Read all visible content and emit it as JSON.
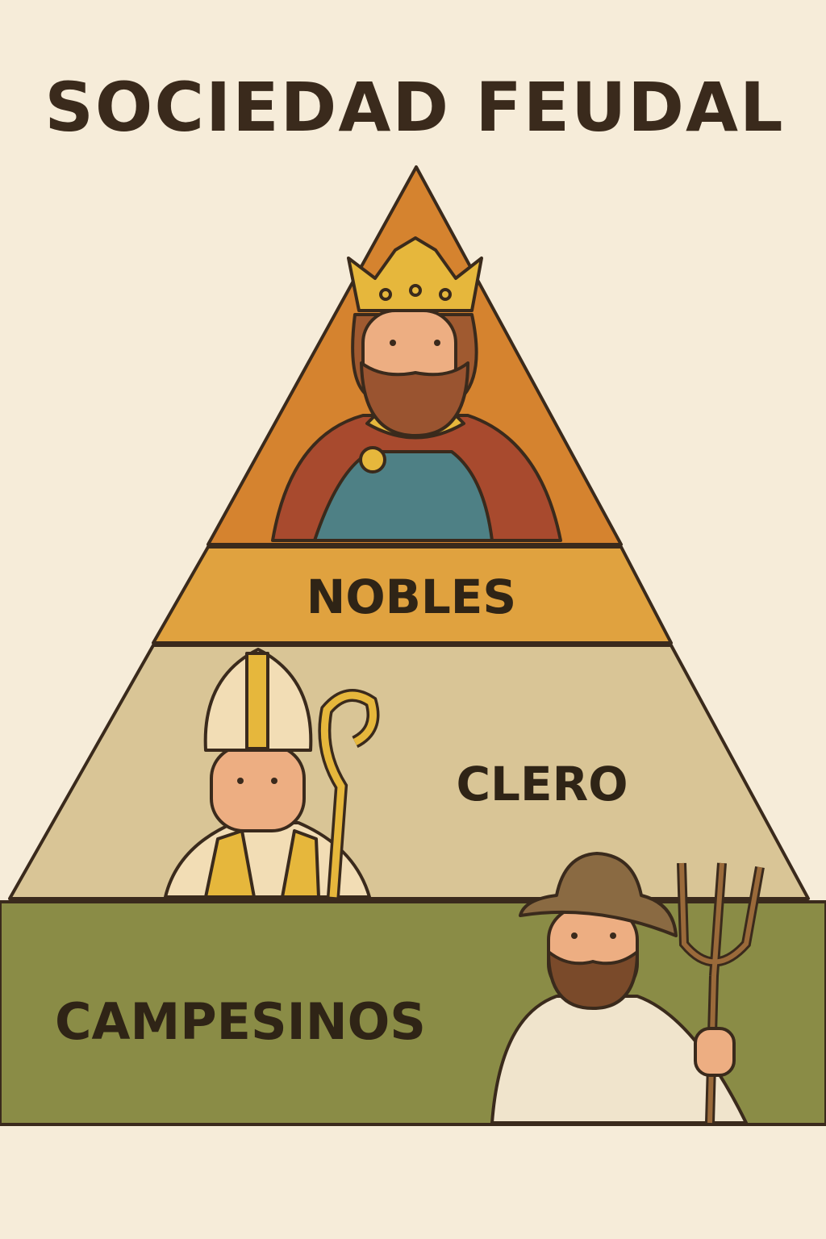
{
  "title": "SOCIEDAD FEUDAL",
  "levels": [
    {
      "label": "NOBLES",
      "figure": "king",
      "color": "#E0A23F"
    },
    {
      "label": "CLERO",
      "figure": "bishop",
      "color": "#D9C596"
    },
    {
      "label": "CAMPESINOS",
      "figure": "peasant",
      "color": "#8A8C46"
    }
  ],
  "colors": {
    "apex": "#D5832F",
    "background": "#F6ECD9",
    "outline": "#3A2A1C"
  }
}
